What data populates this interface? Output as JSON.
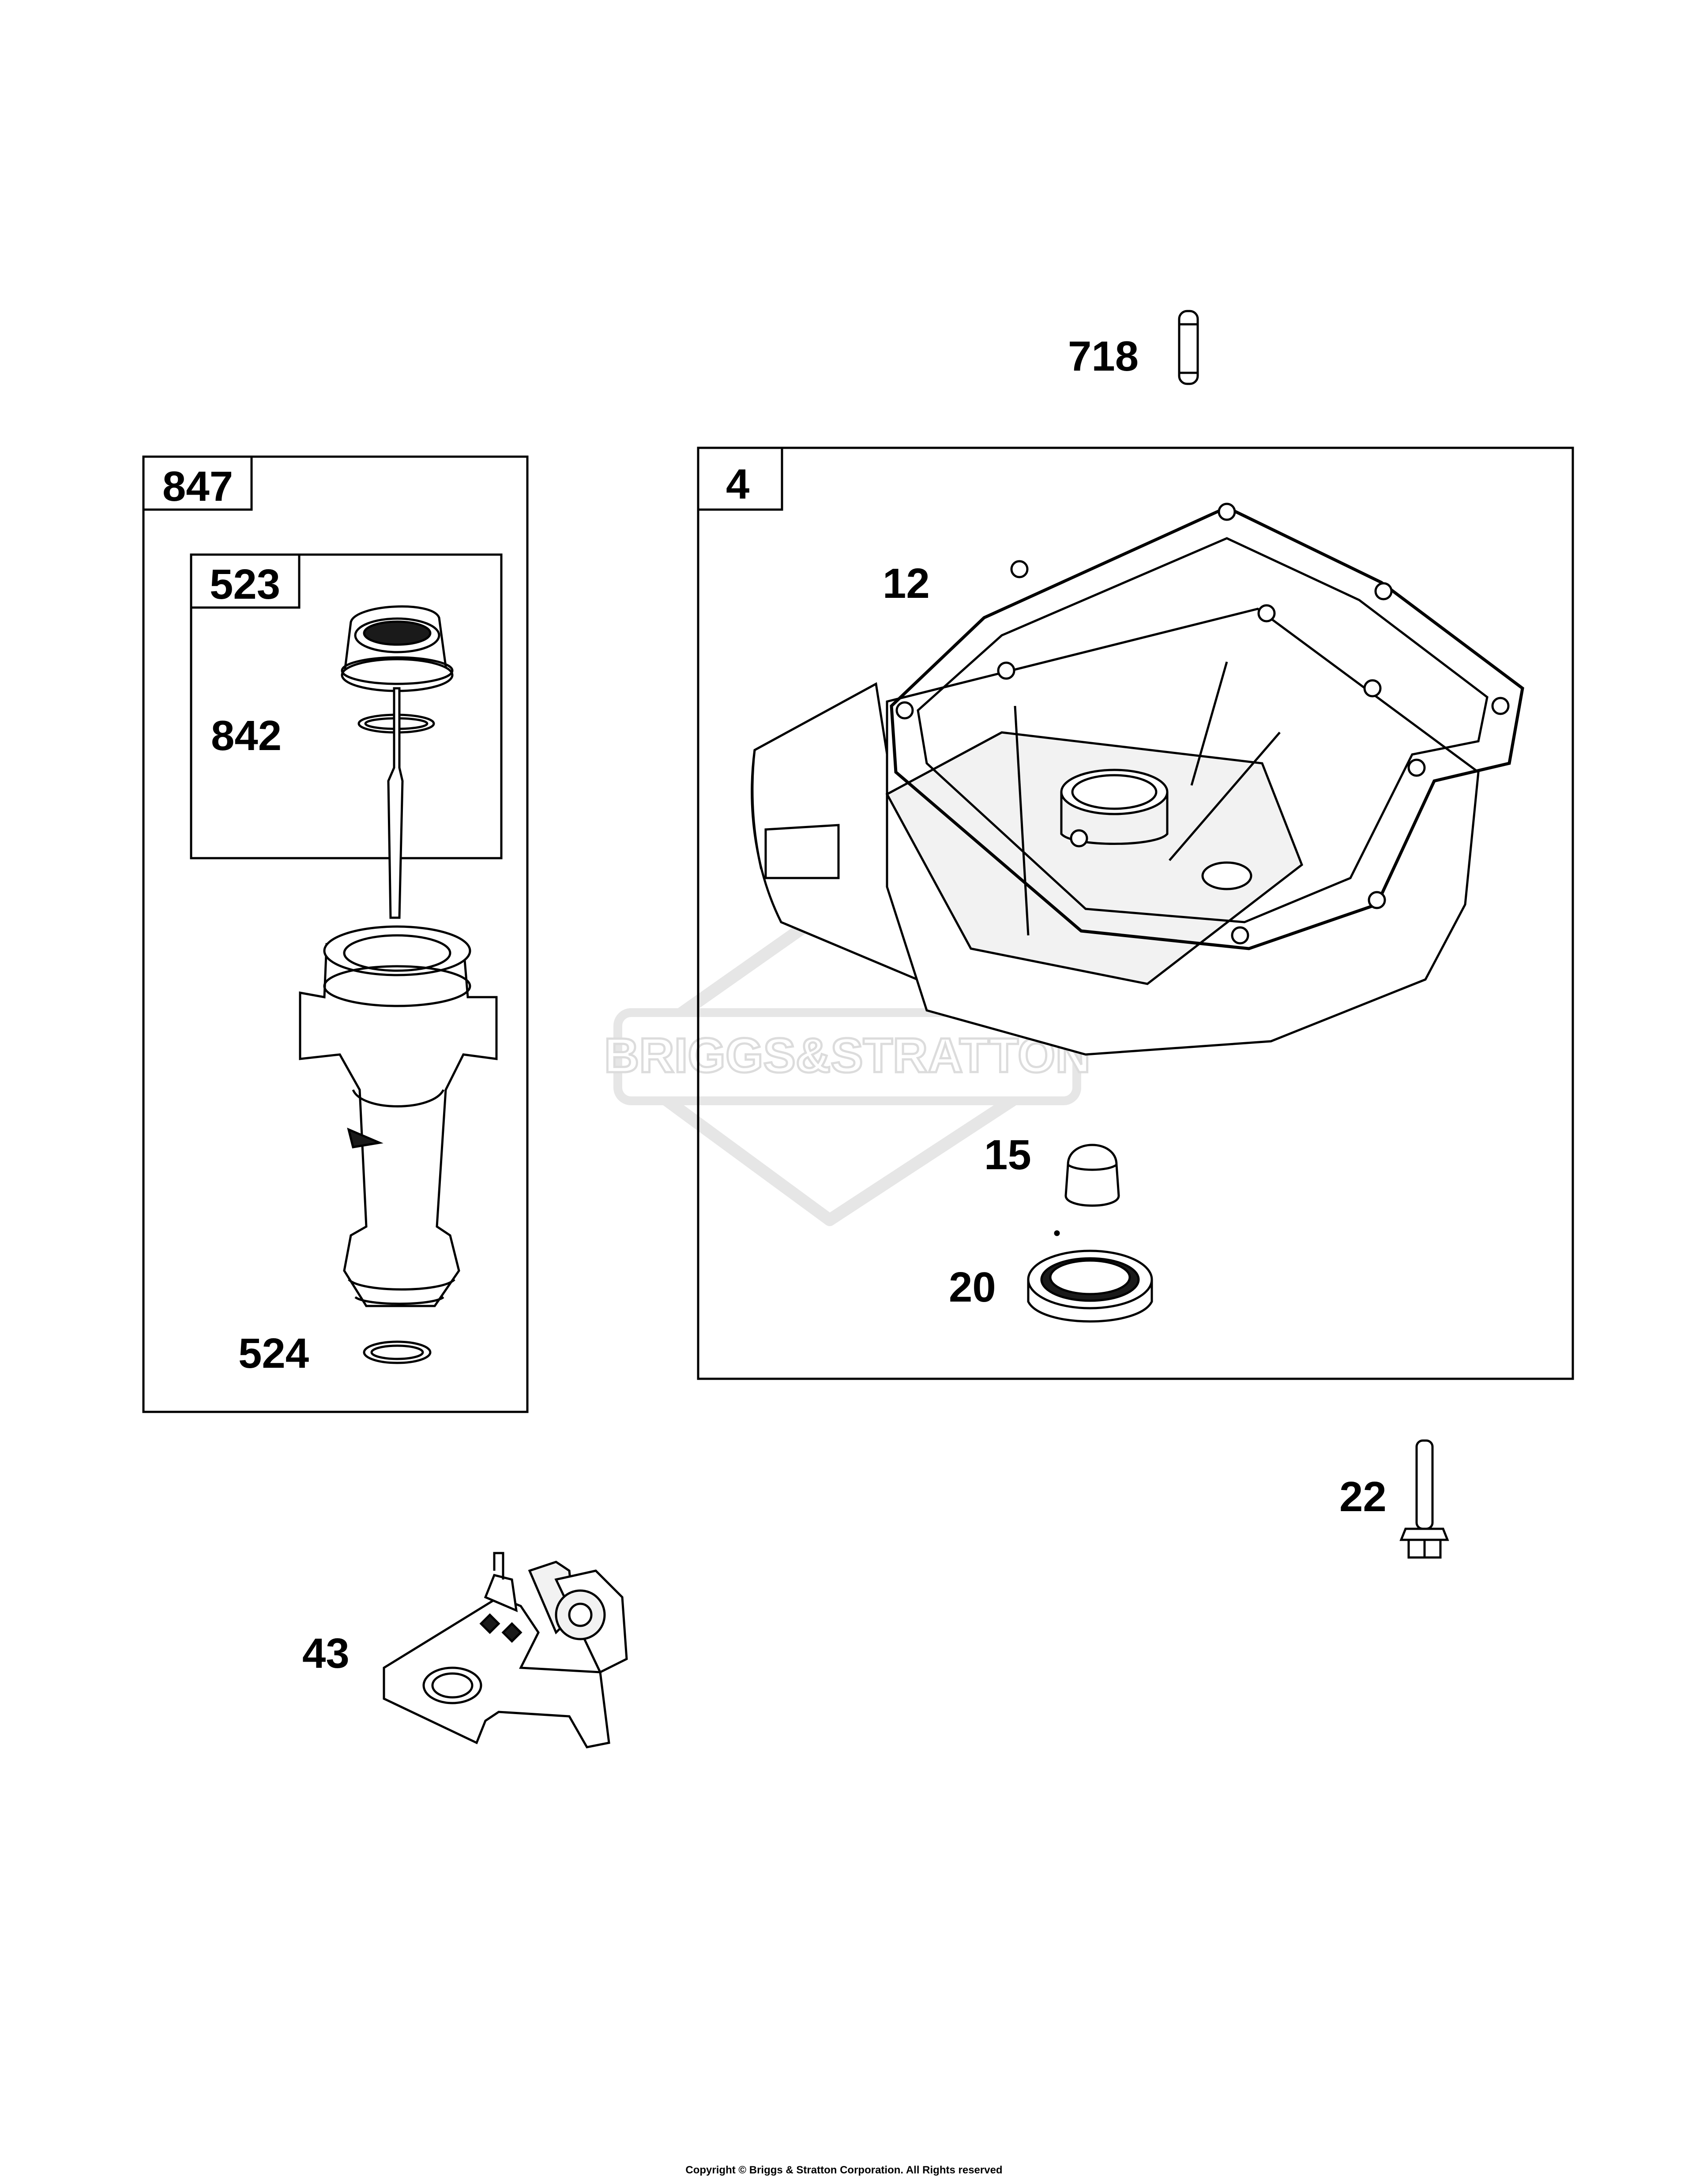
{
  "callouts": {
    "p718": "718",
    "p847": "847",
    "p523": "523",
    "p842": "842",
    "p524": "524",
    "p4": "4",
    "p12": "12",
    "p15": "15",
    "p20": "20",
    "p22": "22",
    "p43": "43"
  },
  "watermark": {
    "text": "BRIGGS&STRATTON"
  },
  "footer": {
    "copyright": "Copyright © Briggs & Stratton Corporation. All Rights reserved"
  },
  "colors": {
    "line": "#000000",
    "watermark": "#e4e4e4",
    "fill_light": "#f2f2f2",
    "fill_dark": "#1a1a1a"
  }
}
